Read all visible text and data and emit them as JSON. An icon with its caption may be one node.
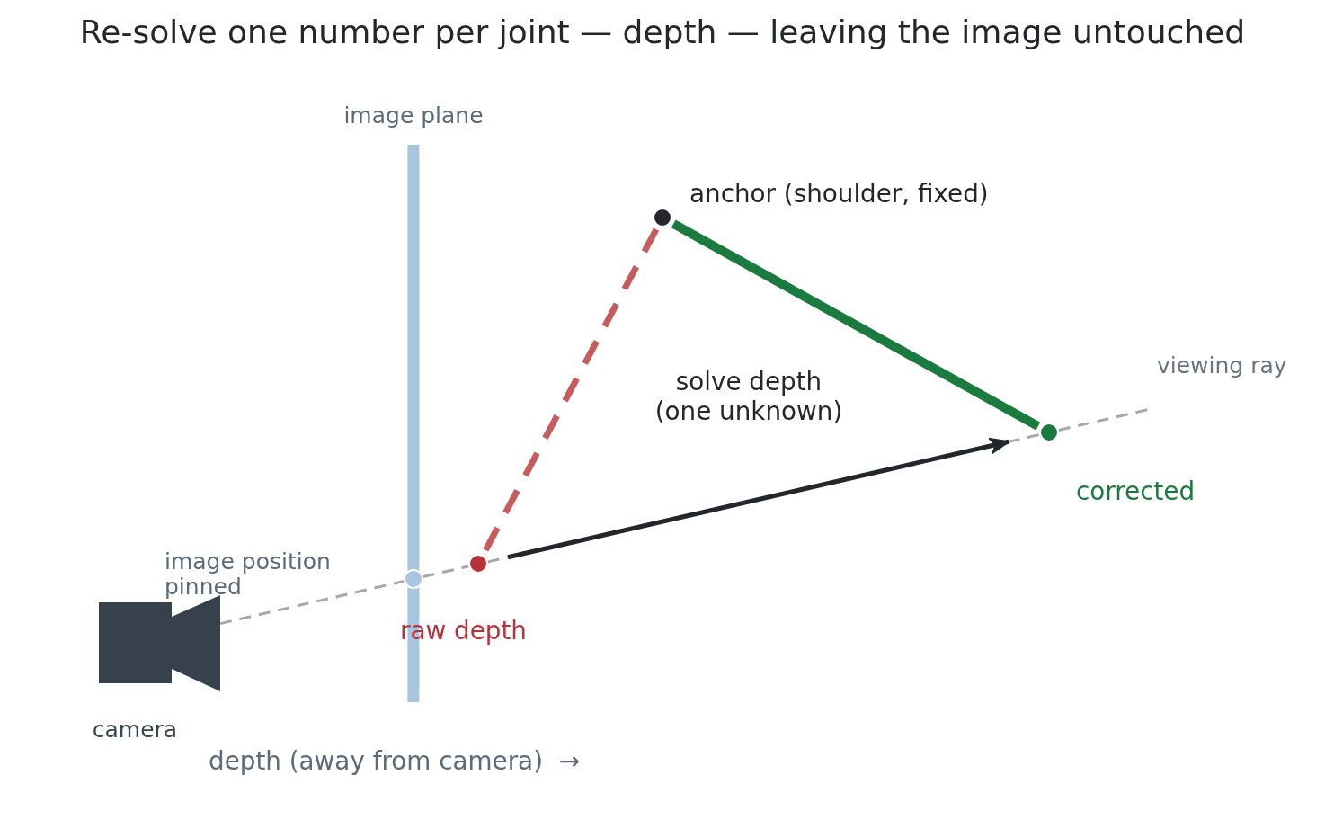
{
  "diagram": {
    "title": "Re-solve one number per joint — depth — leaving the image untouched",
    "nodes": [
      {
        "text": [
          "image plane"
        ]
      },
      {
        "text": [],
        "shape": "circle",
        "beside": [
          "anchor (shoulder, fixed)"
        ]
      },
      {
        "text": [],
        "shape": "circle",
        "beside": [
          "corrected"
        ]
      },
      {
        "text": [],
        "shape": "circle"
      },
      {
        "text": [],
        "shape": "circle"
      },
      {
        "text": [],
        "shape": "camera",
        "beside": [
          "camera"
        ]
      }
    ],
    "edges": [
      {
        "from": 5,
        "to": 3,
        "arrow": "none",
        "style": "dashed"
      },
      {
        "from": 3,
        "to": 4,
        "arrow": "none",
        "style": "dashed"
      },
      {
        "from": 4,
        "to": 2,
        "arrow": "none",
        "style": "dashed"
      },
      {
        "from": 2,
        "to": null,
        "arrow": "none",
        "style": "dashed"
      },
      {
        "from": 1,
        "to": 4,
        "arrow": "none",
        "style": "dashed",
        "color": "#c85c5c"
      },
      {
        "from": 1,
        "to": 2,
        "arrow": "none",
        "style": "thick",
        "color": "#1b7a3e"
      },
      {
        "from": 4,
        "to": 2,
        "arrow": "to",
        "color": "#23272b"
      }
    ],
    "labels": [
      "viewing ray",
      "solve depth (one unknown)",
      "image position pinned",
      "raw depth",
      "depth (away from camera)  →"
    ]
  }
}
